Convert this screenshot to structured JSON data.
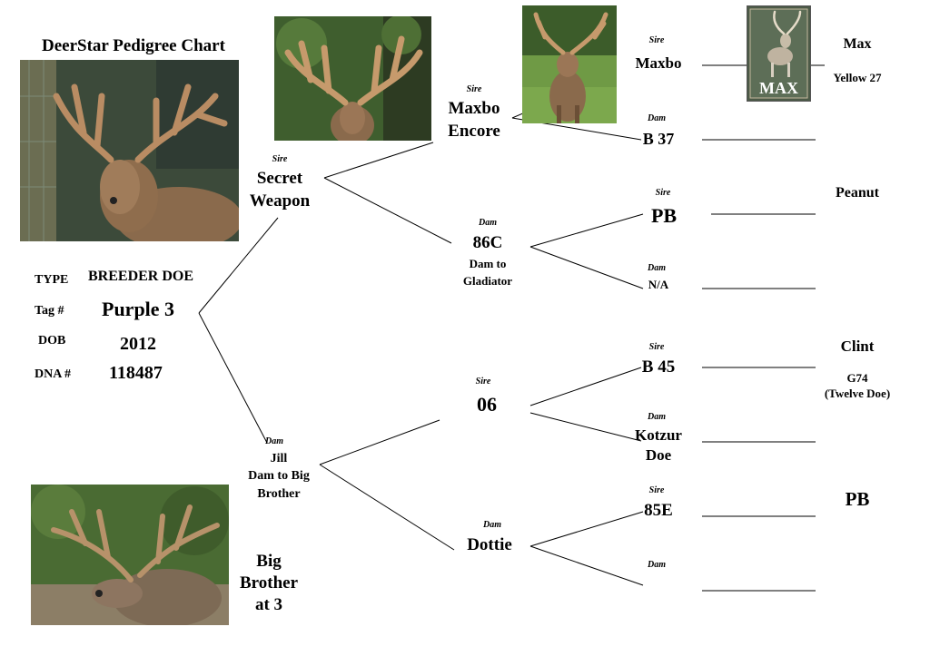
{
  "title": "DeerStar Pedigree Chart",
  "colors": {
    "line": "#000000",
    "background": "#ffffff",
    "foliage": "#4f7a3a",
    "antler": "#b98c63",
    "deer": "#8a6a4c"
  },
  "doe": {
    "type_label": "TYPE",
    "type_value": "BREEDER DOE",
    "tag_label": "Tag #",
    "tag_value": "Purple 3",
    "dob_label": "DOB",
    "dob_value": "2012",
    "dna_label": "DNA #",
    "dna_value": "118487"
  },
  "gen1": {
    "sire": {
      "role": "Sire",
      "name_line1": "Secret",
      "name_line2": "Weapon"
    },
    "dam": {
      "role": "Dam",
      "name_line1": "Jill",
      "name_line2": "Dam to Big",
      "name_line3": "Brother"
    }
  },
  "gen2": {
    "sire_sire": {
      "role": "Sire",
      "name_line1": "Maxbo",
      "name_line2": "Encore"
    },
    "sire_dam": {
      "role": "Dam",
      "name": "86C",
      "note_line1": "Dam to",
      "note_line2": "Gladiator"
    },
    "dam_sire": {
      "role": "Sire",
      "name": "06"
    },
    "dam_dam": {
      "role": "Dam",
      "name": "Dottie"
    }
  },
  "gen3": [
    {
      "role": "Sire",
      "name": "Maxbo"
    },
    {
      "role": "Dam",
      "name": "B 37"
    },
    {
      "role": "Sire",
      "name": "PB"
    },
    {
      "role": "Dam",
      "name": "N/A"
    },
    {
      "role": "Sire",
      "name": "B 45"
    },
    {
      "role": "Dam",
      "name_line1": "Kotzur",
      "name_line2": "Doe"
    },
    {
      "role": "Sire",
      "name": "85E"
    },
    {
      "role": "Dam",
      "name": ""
    }
  ],
  "gen4": {
    "max": "Max",
    "yellow": "Yellow 27",
    "peanut": "Peanut",
    "clint": "Clint",
    "g74_line1": "G74",
    "g74_line2": "(Twelve Doe)",
    "pb": "PB"
  },
  "max_photo_label": "MAX",
  "caption": {
    "line1": "Big",
    "line2": "Brother",
    "line3": "at 3"
  }
}
